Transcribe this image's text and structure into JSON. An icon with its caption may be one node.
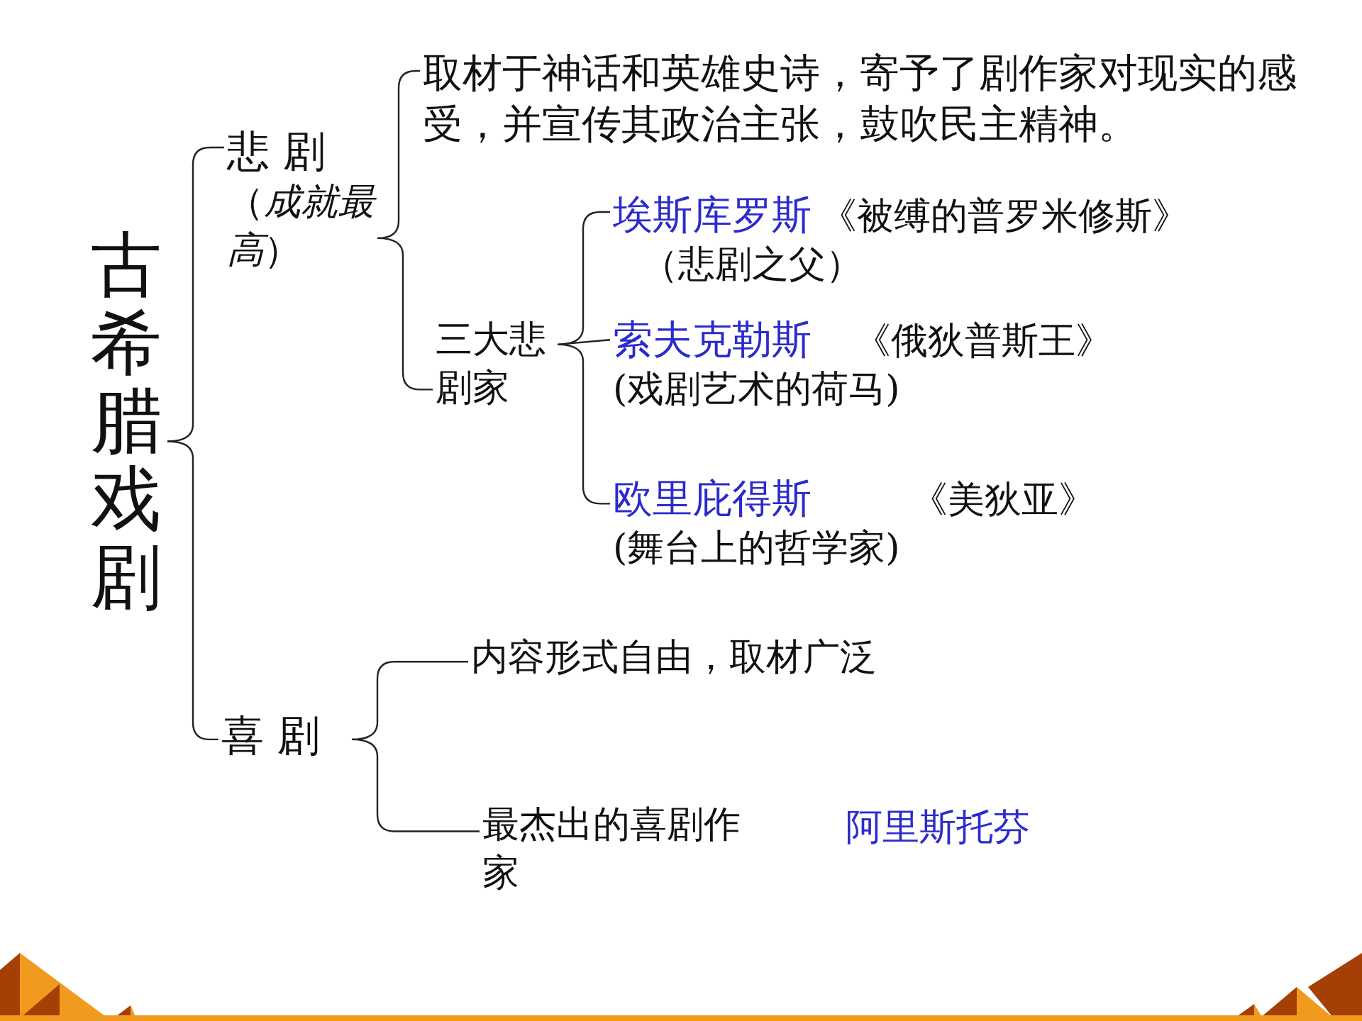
{
  "diagram": {
    "nodes": [
      {
        "text": [
          "古希腊戏剧"
        ]
      },
      {
        "text": [
          "悲 剧",
          "（*成就最高*）"
        ]
      },
      {
        "text": [
          "取材于神话和英雄史诗，寄予了剧作家对现实的感受，并宣传其政治主张，鼓吹民主精神。"
        ]
      },
      {
        "text": [
          "三大悲剧家"
        ]
      },
      {
        "text": [
          "埃斯库罗斯",
          "《被缚的普罗米修斯》",
          "（悲剧之父）"
        ]
      },
      {
        "text": [
          "索夫克勒斯",
          "《俄狄普斯王》",
          "(戏剧艺术的荷马)"
        ]
      },
      {
        "text": [
          "欧里庇得斯",
          "《美狄亚》",
          "(舞台上的哲学家)"
        ]
      },
      {
        "text": [
          "喜 剧"
        ]
      },
      {
        "text": [
          "内容形式自由，取材广泛"
        ]
      },
      {
        "text": [
          "最杰出的喜剧作家"
        ]
      }
    ],
    "edges": [
      {
        "from": 0,
        "to": 1,
        "arrow": "none"
      },
      {
        "from": 0,
        "to": 7,
        "arrow": "none"
      },
      {
        "from": 1,
        "to": 2,
        "arrow": "none"
      },
      {
        "from": 1,
        "to": 3,
        "arrow": "none"
      },
      {
        "from": 3,
        "to": 4,
        "arrow": "none"
      },
      {
        "from": 3,
        "to": 5,
        "arrow": "none"
      },
      {
        "from": 3,
        "to": 6,
        "arrow": "none"
      },
      {
        "from": 7,
        "to": 8,
        "arrow": "none"
      },
      {
        "from": 7,
        "to": 9,
        "arrow": "none"
      }
    ],
    "labels": [
      "阿里斯托芬"
    ]
  }
}
